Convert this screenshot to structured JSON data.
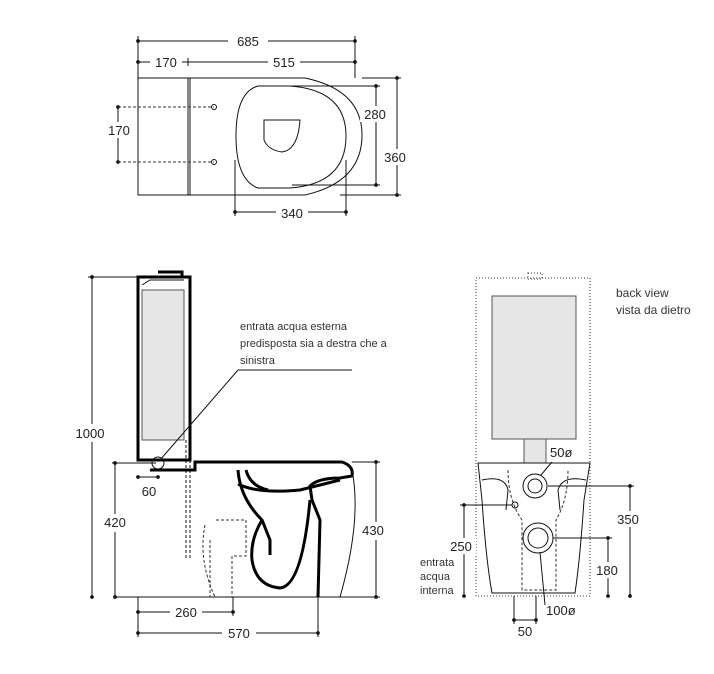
{
  "top_view": {
    "dims": {
      "overall_length": "685",
      "cistern_depth": "170",
      "bowl_length": "515",
      "bolt_spacing": "170",
      "seat_width": "280",
      "overall_width": "360",
      "seat_length": "340"
    }
  },
  "side_view": {
    "dims": {
      "total_height": "1000",
      "inlet_height": "420",
      "inlet_offset": "60",
      "outlet_distance": "260",
      "total_depth": "570",
      "rim_height": "430"
    },
    "note": {
      "line1": "entrata acqua esterna",
      "line2": "predisposta sia a destra che a",
      "line3": "sinistra"
    }
  },
  "back_view": {
    "title_en": "back view",
    "title_it": "vista da dietro",
    "dims": {
      "inlet_diameter": "50ø",
      "outlet_height": "350",
      "internal_inlet_height": "250",
      "outlet_center_height": "180",
      "outlet_diameter": "100ø",
      "offset": "50"
    },
    "internal_inlet_label": {
      "line1": "entrata",
      "line2": "acqua",
      "line3": "interna"
    }
  }
}
